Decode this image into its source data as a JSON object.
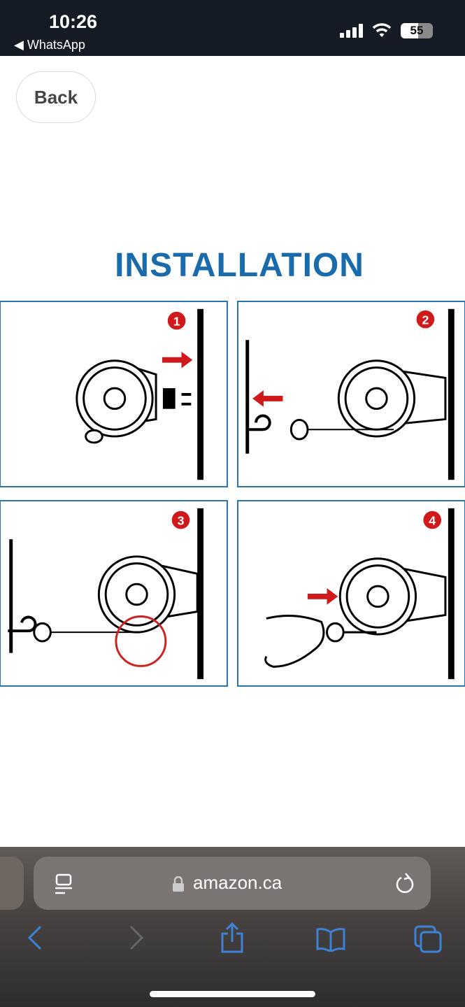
{
  "status_bar": {
    "time": "10:26",
    "back_app": "WhatsApp",
    "battery": "55",
    "battery_level": 0.55
  },
  "page": {
    "back_label": "Back",
    "title": "INSTALLATION",
    "steps": [
      "1",
      "2",
      "3",
      "4"
    ]
  },
  "browser": {
    "url": "amazon.ca"
  },
  "colors": {
    "accent": "#1a6bab",
    "step_red": "#d0191b",
    "ios_blue": "#3d82d6"
  }
}
